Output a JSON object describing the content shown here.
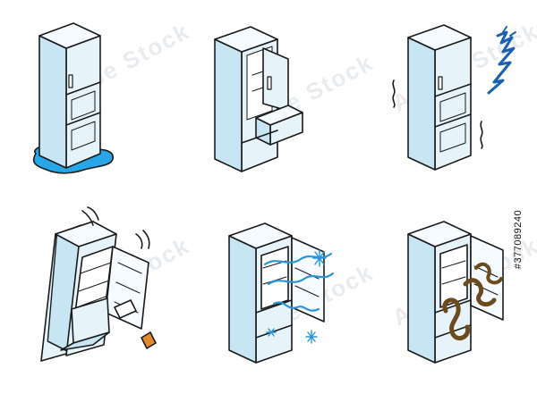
{
  "watermark": {
    "text": "Adobe Stock"
  },
  "stock_id": "#377089240",
  "colors": {
    "outline": "#1a1a1a",
    "body_side": "#c7e5f2",
    "body_front": "#e6f4fa",
    "top": "#f5fbfe",
    "water_leak": "#29a6e6",
    "cold_air": "#2a95d8",
    "electric_zigzag": "#1b5fb0",
    "odor": "#6b4b1d",
    "bottle": "#e08a2a"
  },
  "panels": [
    {
      "issue": "water-leak"
    },
    {
      "issue": "door-not-closing"
    },
    {
      "issue": "vibration-noise"
    },
    {
      "issue": "falling-over"
    },
    {
      "issue": "not-cooling"
    },
    {
      "issue": "bad-odor"
    }
  ]
}
